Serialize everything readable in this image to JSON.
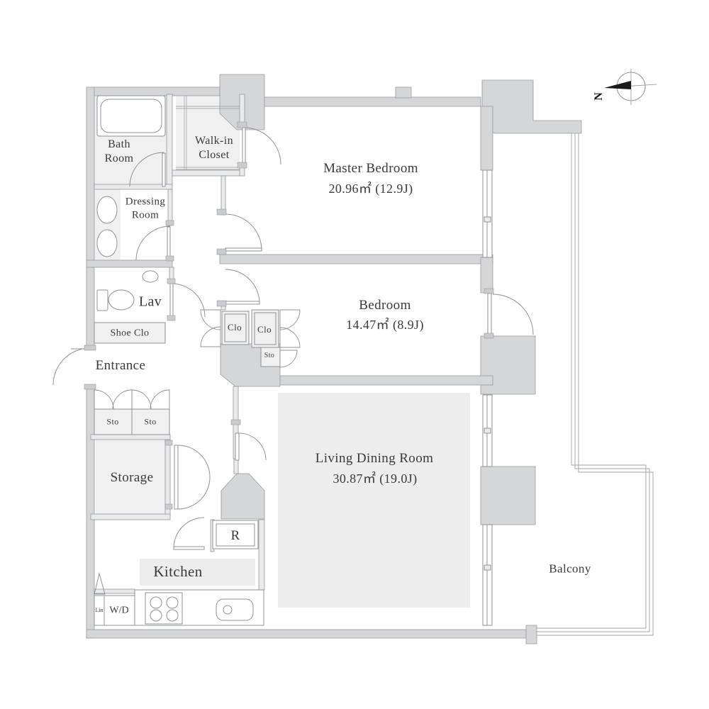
{
  "compass": {
    "north_label": "N"
  },
  "rooms": {
    "bath": {
      "line1": "Bath",
      "line2": "Room"
    },
    "walk_in_closet": {
      "line1": "Walk-in",
      "line2": "Closet"
    },
    "dressing_room": {
      "line1": "Dressing",
      "line2": "Room"
    },
    "master_bedroom": {
      "name": "Master Bedroom",
      "area": "20.96㎡  (12.9J)"
    },
    "bedroom": {
      "name": "Bedroom",
      "area": "14.47㎡  (8.9J)"
    },
    "living_dining": {
      "name": "Living Dining Room",
      "area": "30.87㎡  (19.0J)"
    },
    "lav": "Lav",
    "shoe_closet": "Shoe Clo",
    "entrance": "Entrance",
    "closet_hall": "Clo",
    "closet_bedroom": "Clo",
    "storage_bedroom": "Sto",
    "storage_entrance_1": "Sto",
    "storage_entrance_2": "Sto",
    "storage_room": "Storage",
    "refrigerator": "R",
    "kitchen": "Kitchen",
    "linen": "Lin",
    "washer_dryer": "W/D",
    "balcony": "Balcony"
  },
  "colors": {
    "wall_fill": "#d5d6d8",
    "wall_stroke": "#9a9ba0",
    "partition_fill": "#e9eaeb",
    "line": "#8f9195",
    "room_tint": "#f0f0f1",
    "living_tint": "#ededee",
    "text": "#3a3a3c",
    "north_arrow": "#1a1a1a"
  }
}
